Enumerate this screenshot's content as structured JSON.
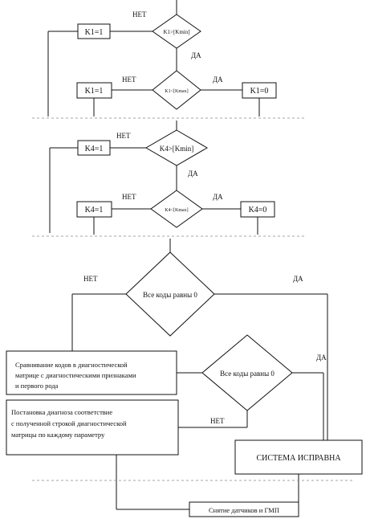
{
  "labels": {
    "net": "НЕТ",
    "da": "ДА"
  },
  "blocks": {
    "k1_min_cond": "K1>[Kmin]",
    "k1_set_1_top": "K1=1",
    "k1_max_cond": "K1<[Kmax]",
    "k1_set_1": "K1=1",
    "k1_set_0": "K1=0",
    "k4_min_cond": "K4>[Kmin]",
    "k4_set_1_top": "K4=1",
    "k4_max_cond": "K4<[Kmax]",
    "k4_set_1": "K4=1",
    "k4_set_0": "K4=0",
    "all_zero_1": "Все коды равны 0",
    "compare_lines": [
      "Сравнивание кодов в диагностической",
      "матрице с диагностическими признаками",
      "и первого рода"
    ],
    "all_zero_2": "Все коды равны 0",
    "diagnosis_lines": [
      "Постановка диагноза соответствие",
      "с полученной строкой диагностической",
      "матрицы по каждому параметру"
    ],
    "system_ok": "СИСТЕМА ИСПРАВНА",
    "removal": "Снятие датчиков и ГМП"
  }
}
